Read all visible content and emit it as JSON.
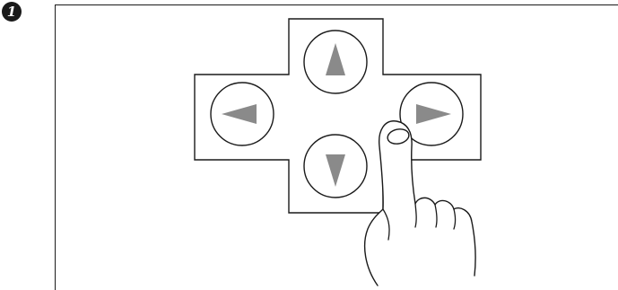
{
  "step": {
    "number": "1"
  },
  "icons": {
    "dpad": "directional-pad",
    "up": "arrow-up-icon",
    "down": "arrow-down-icon",
    "left": "arrow-left-icon",
    "right": "arrow-right-icon",
    "hand": "pointing-finger-icon"
  },
  "highlight": {
    "pressed_button": "right"
  },
  "colors": {
    "outline": "#1a1a1a",
    "button_fill": "#ffffff",
    "arrow_fill": "#8a8a8a",
    "background": "#ffffff"
  }
}
